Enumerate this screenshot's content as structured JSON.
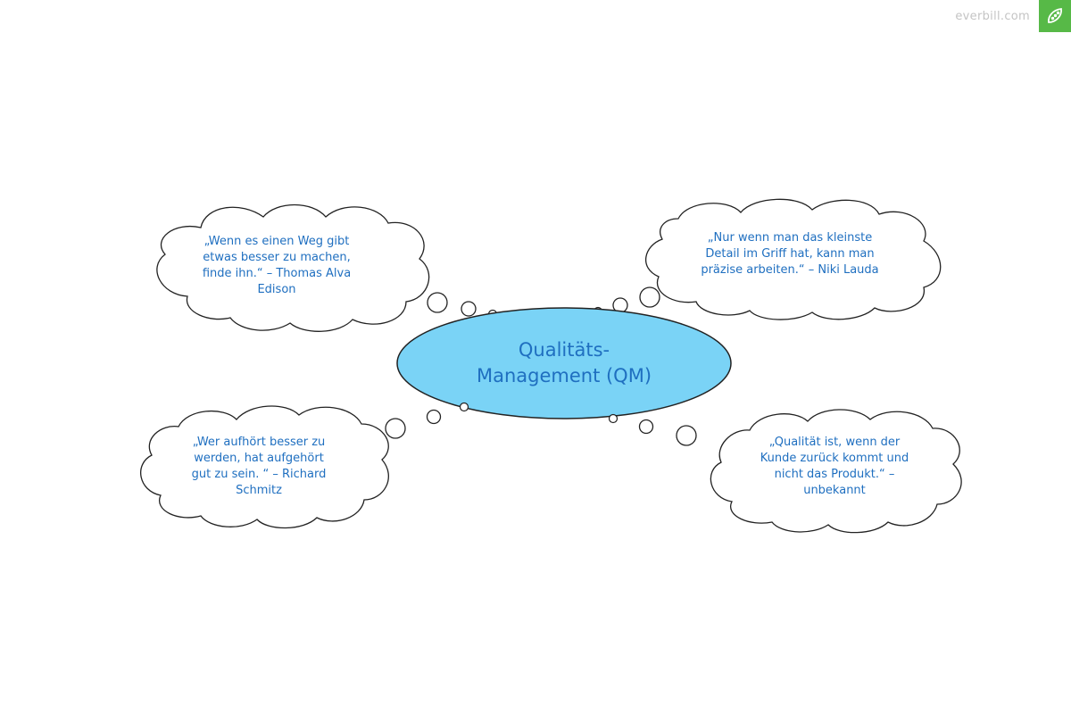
{
  "brand": {
    "site": "everbill.com",
    "logo_icon": "pea-pod-icon",
    "logo_color": "#57b947"
  },
  "diagram": {
    "center": {
      "title": "Qualitäts-\nManagement (QM)",
      "fill": "#7ad3f6",
      "text_color": "#1f6fc0"
    },
    "quotes": [
      {
        "id": "top-left",
        "text": "„Wenn es einen Weg gibt\netwas besser zu machen,\nfinde ihn.“ – Thomas Alva\nEdison"
      },
      {
        "id": "top-right",
        "text": "„Nur wenn man das kleinste\nDetail im Griff hat, kann man\npräzise arbeiten.“ – Niki Lauda"
      },
      {
        "id": "bottom-left",
        "text": "„Wer aufhört besser zu\nwerden, hat aufgehört\ngut zu sein. “ – Richard\nSchmitz"
      },
      {
        "id": "bottom-right",
        "text": "„Qualität ist, wenn der\nKunde zurück kommt und\nnicht das Produkt.“ –\nunbekannt"
      }
    ]
  }
}
